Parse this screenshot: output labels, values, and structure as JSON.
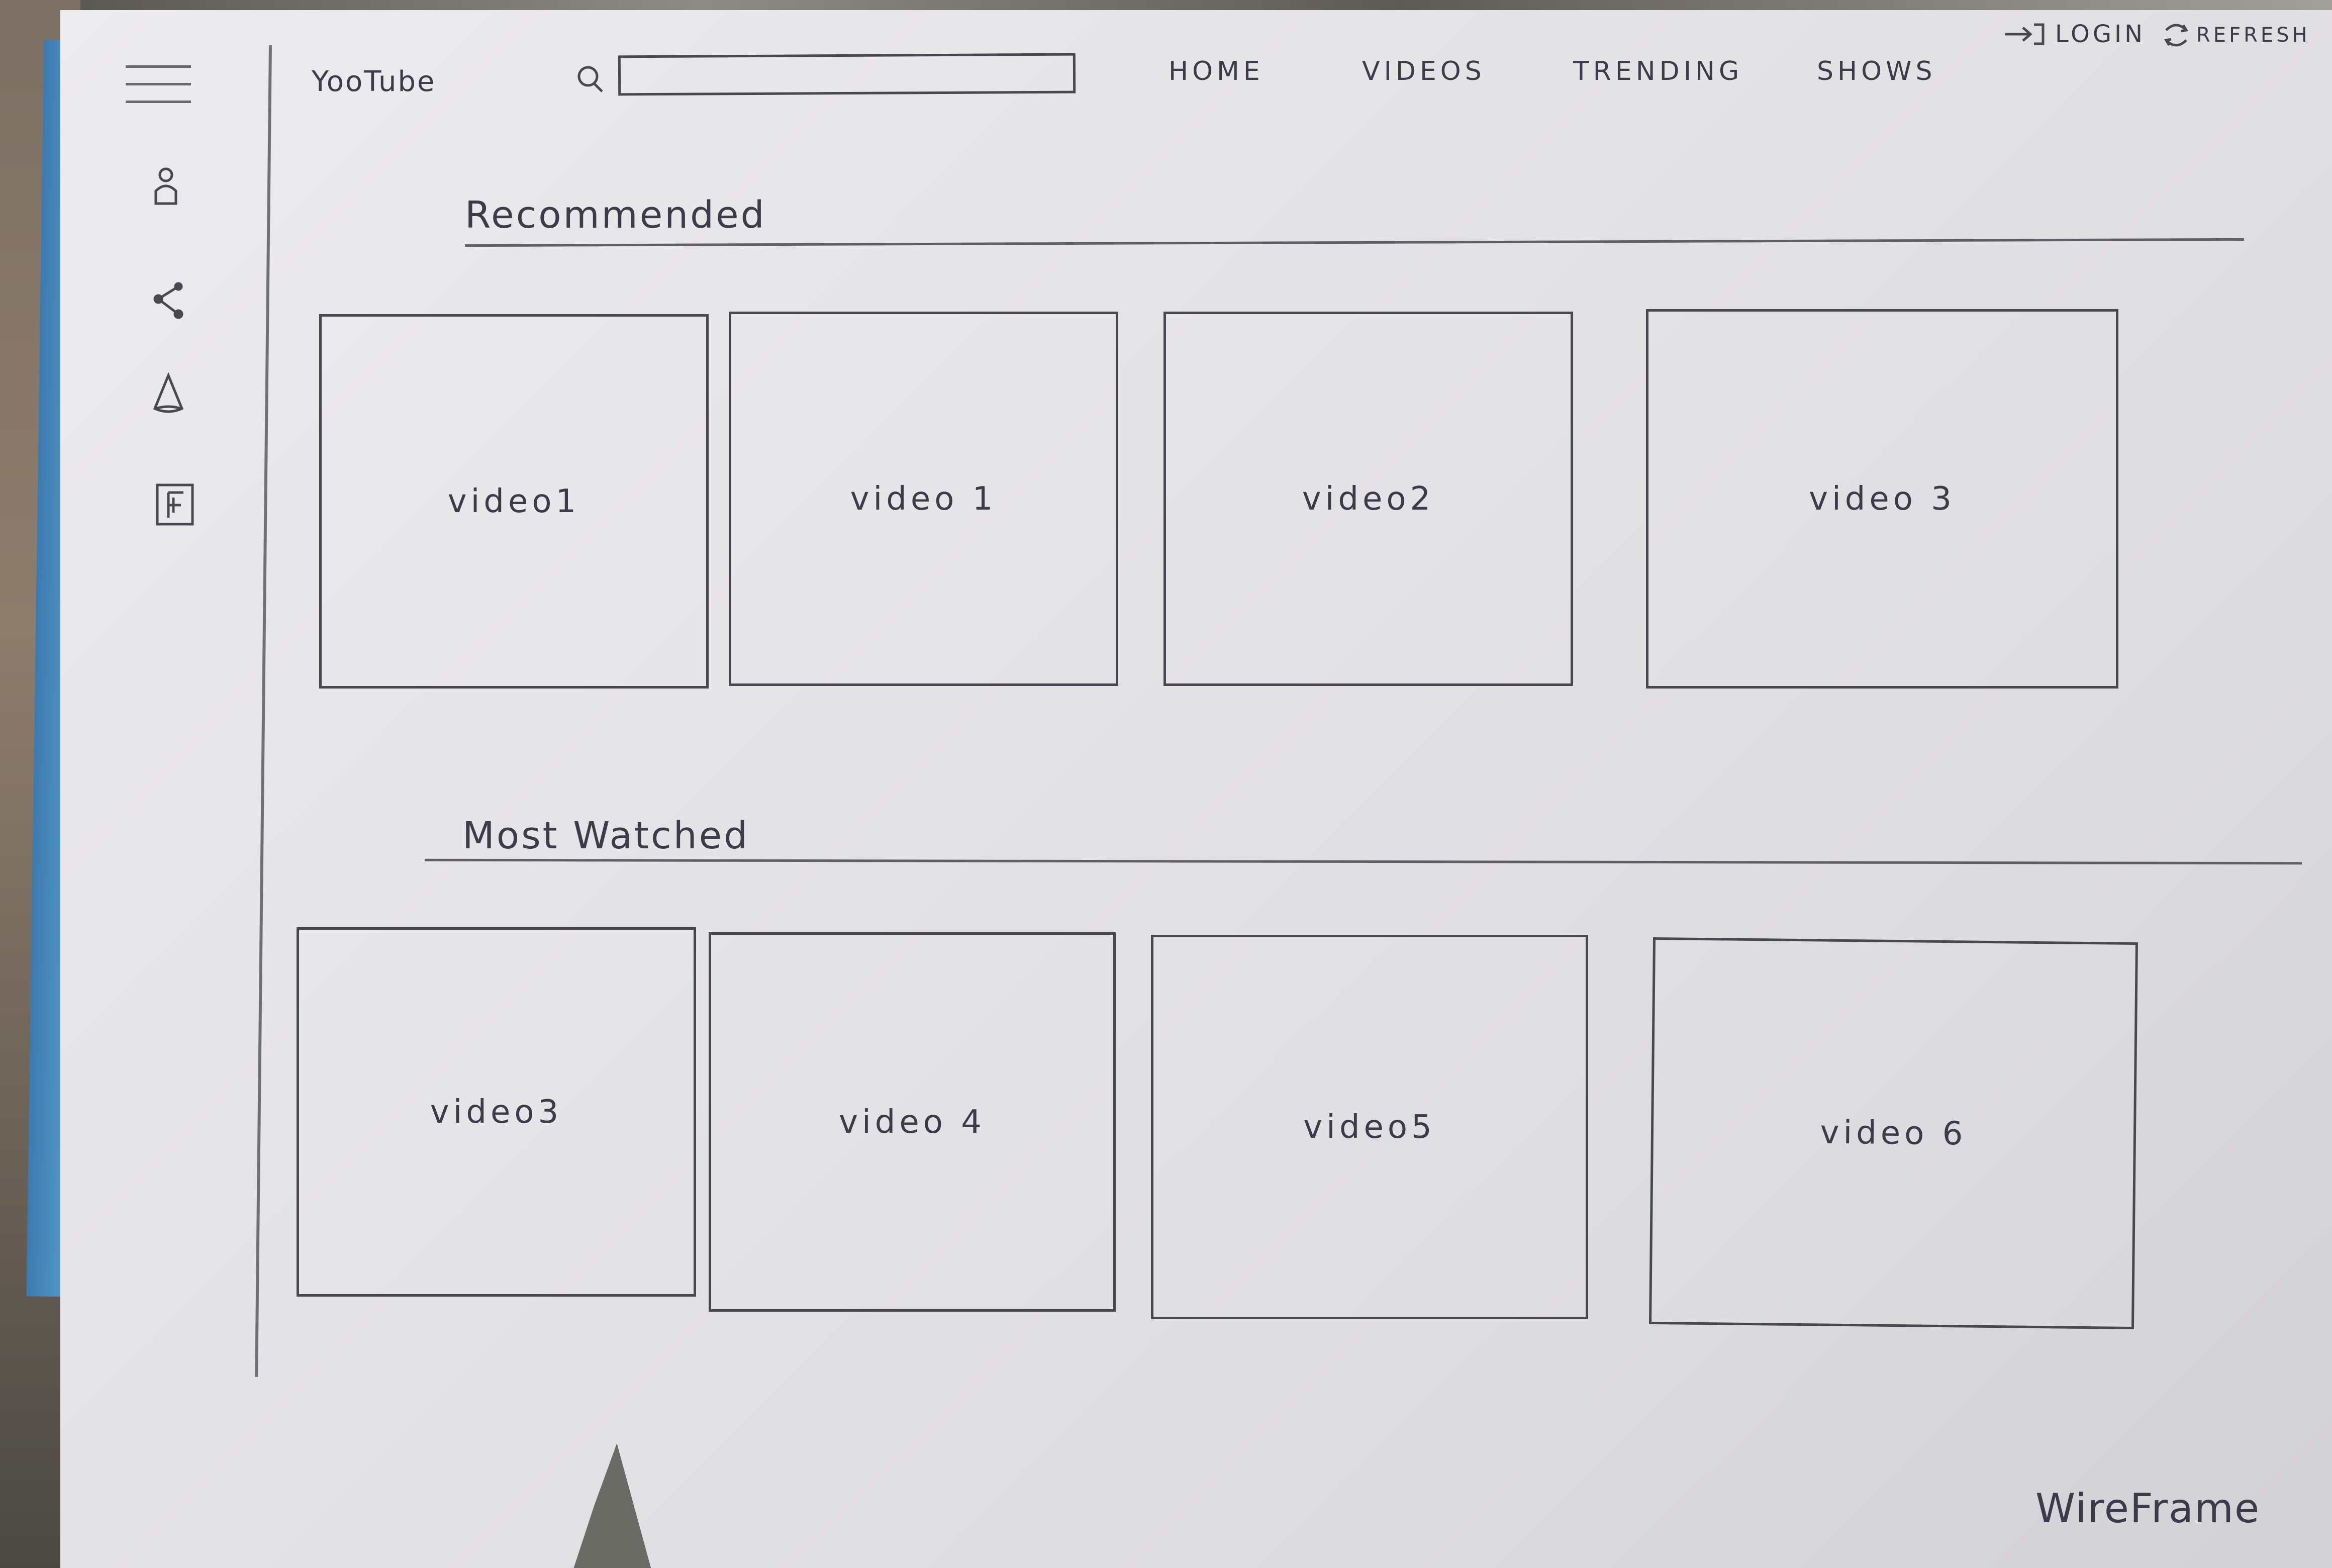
{
  "header": {
    "logo": "YooTube",
    "search": {
      "value": "",
      "placeholder": ""
    },
    "nav": [
      "HOME",
      "VIDEOS",
      "TRENDING",
      "SHOWS"
    ],
    "login_label": "LOGIN",
    "refresh_label": "REFRESH"
  },
  "sidebar": {
    "icons": [
      "menu-icon",
      "user-icon",
      "share-icon",
      "bell-icon",
      "book-icon"
    ]
  },
  "sections": [
    {
      "title": "Recommended",
      "videos": [
        "video1",
        "video 1",
        "video2",
        "video 3"
      ]
    },
    {
      "title": "Most Watched",
      "videos": [
        "video3",
        "video 4",
        "video5",
        "video 6"
      ]
    }
  ],
  "footer": {
    "watermark": "WireFrame"
  },
  "colors": {
    "ink": "#3d3a4a",
    "paper": "#e4e3e6"
  }
}
